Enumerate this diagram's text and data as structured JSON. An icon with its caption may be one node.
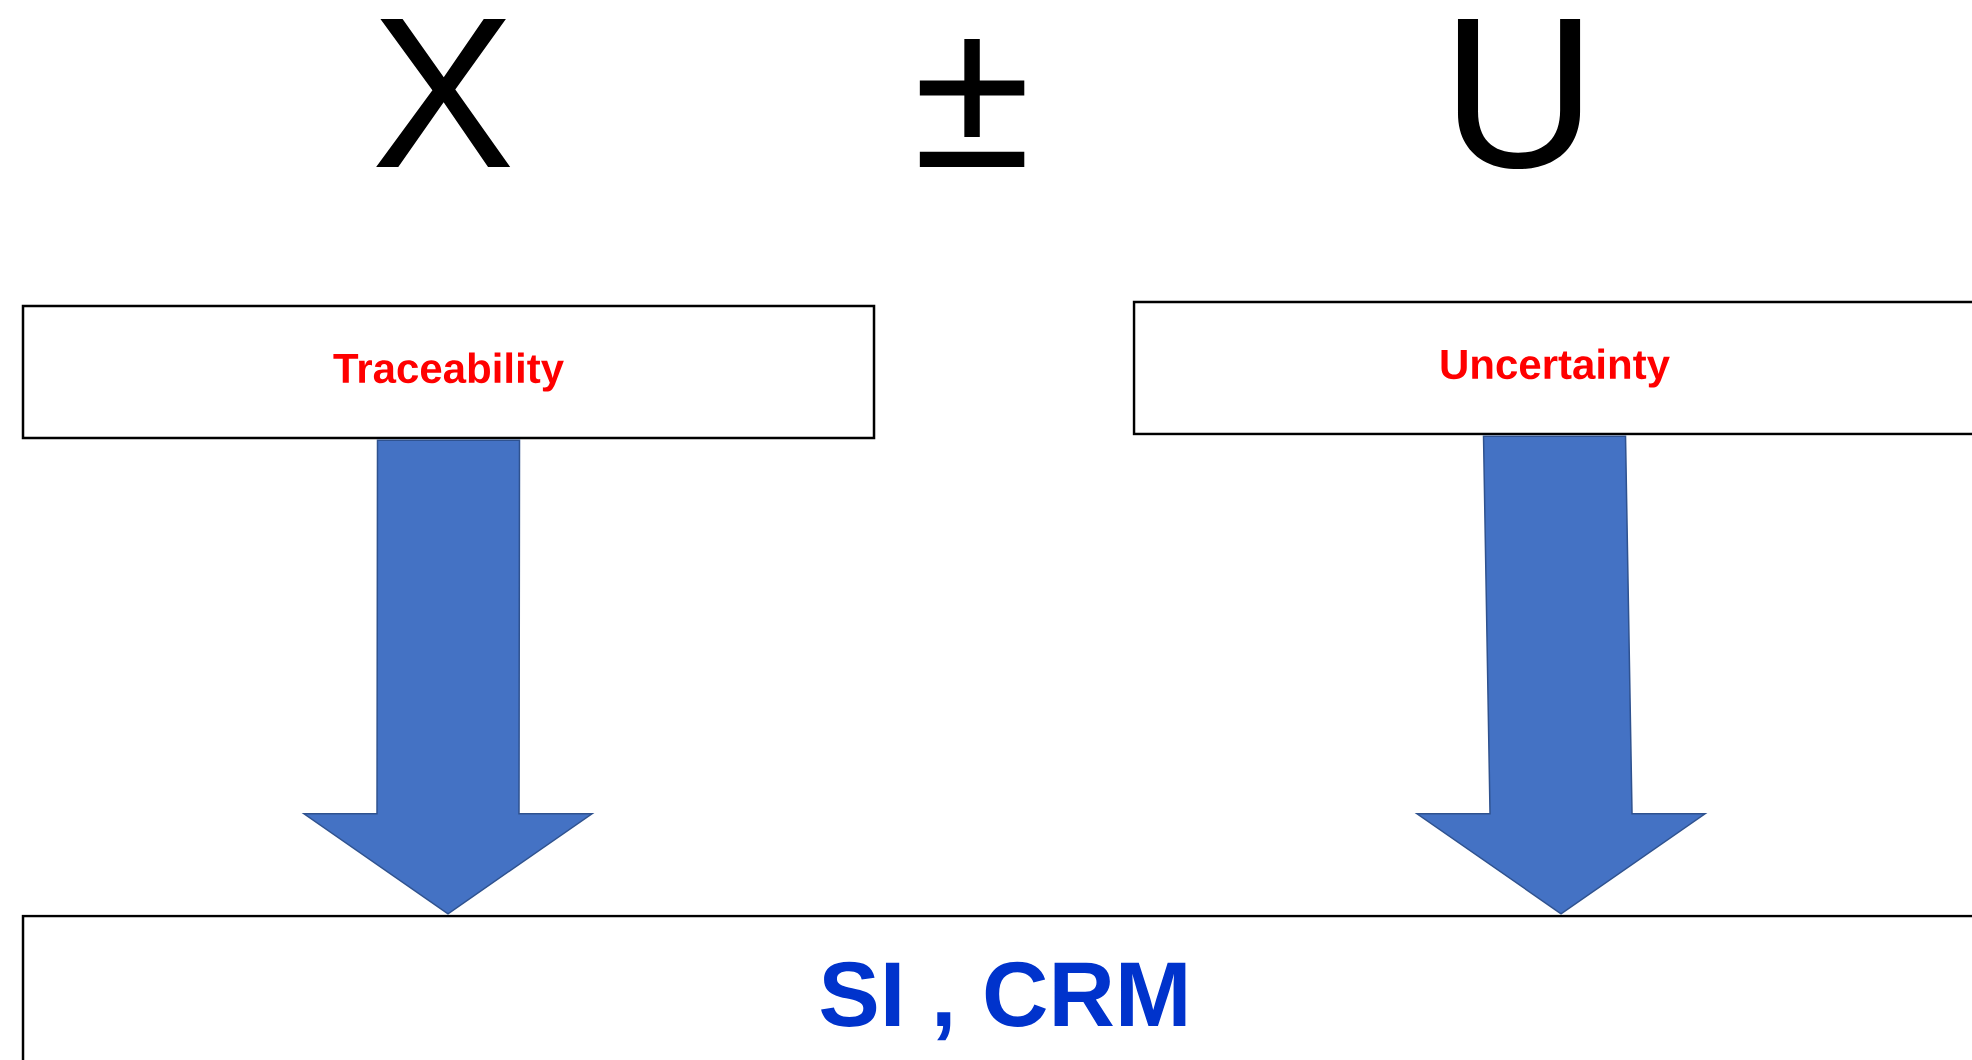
{
  "diagram": {
    "nodes": [
      {
        "text": [
          "Traceability"
        ]
      },
      {
        "text": [
          "Uncertainty"
        ]
      },
      {
        "text": [
          "SI , CRM"
        ]
      }
    ],
    "edges": [
      {
        "from": 0,
        "to": 2,
        "arrow": "to"
      },
      {
        "from": 1,
        "to": 2,
        "arrow": "to"
      }
    ],
    "labels": [
      "X",
      "±",
      "U"
    ]
  }
}
